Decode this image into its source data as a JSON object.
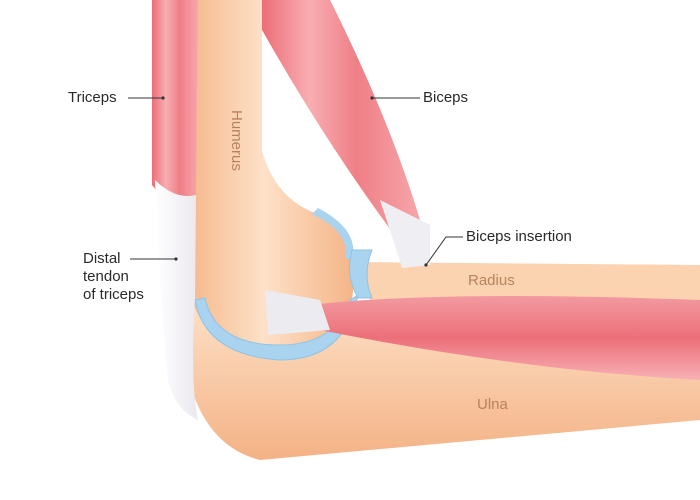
{
  "diagram": {
    "subject": "Elbow joint anatomy (lateral view)",
    "labels": {
      "triceps": "Triceps",
      "biceps": "Biceps",
      "distal_tendon": "Distal\ntendon\nof triceps",
      "biceps_insertion": "Biceps insertion"
    },
    "bone_labels": {
      "humerus": "Humerus",
      "radius": "Radius",
      "ulna": "Ulna"
    },
    "colors": {
      "muscle": "#ef7f86",
      "muscle_light": "#f8b8bb",
      "bone": "#f9c9a1",
      "bone_light": "#fde3cc",
      "cartilage": "#a9d3ee",
      "tendon": "#f1f1f4",
      "label_text": "#2a2a2a",
      "bone_text": "#b8825c"
    }
  }
}
